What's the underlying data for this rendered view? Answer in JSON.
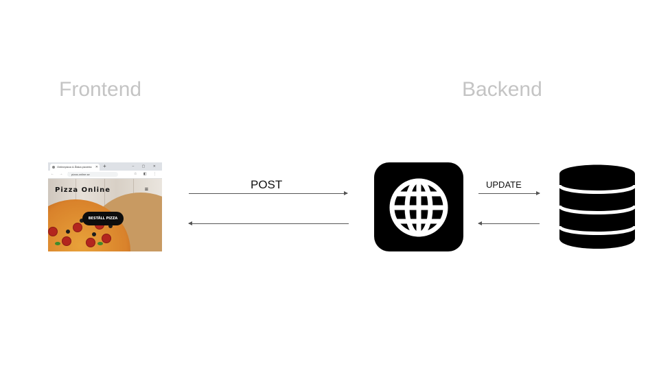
{
  "titles": {
    "frontend": "Frontend",
    "backend": "Backend"
  },
  "browser": {
    "tab_title": "Onlinepizza & Ålska pizzeria",
    "url": "pizza-online.se",
    "site_logo": "Pizza Online",
    "order_button": "BESTÄLL PIZZA",
    "icons": [
      "globe-icon",
      "hamburger-menu-icon"
    ]
  },
  "arrows": {
    "post_label": "POST",
    "update_label": "UPDATE"
  },
  "nodes": {
    "server_icon": "globe-icon",
    "database_icon": "database-icon"
  },
  "colors": {
    "title_gray": "#c4c4c4",
    "icon_black": "#000000",
    "arrow_gray": "#555555"
  }
}
